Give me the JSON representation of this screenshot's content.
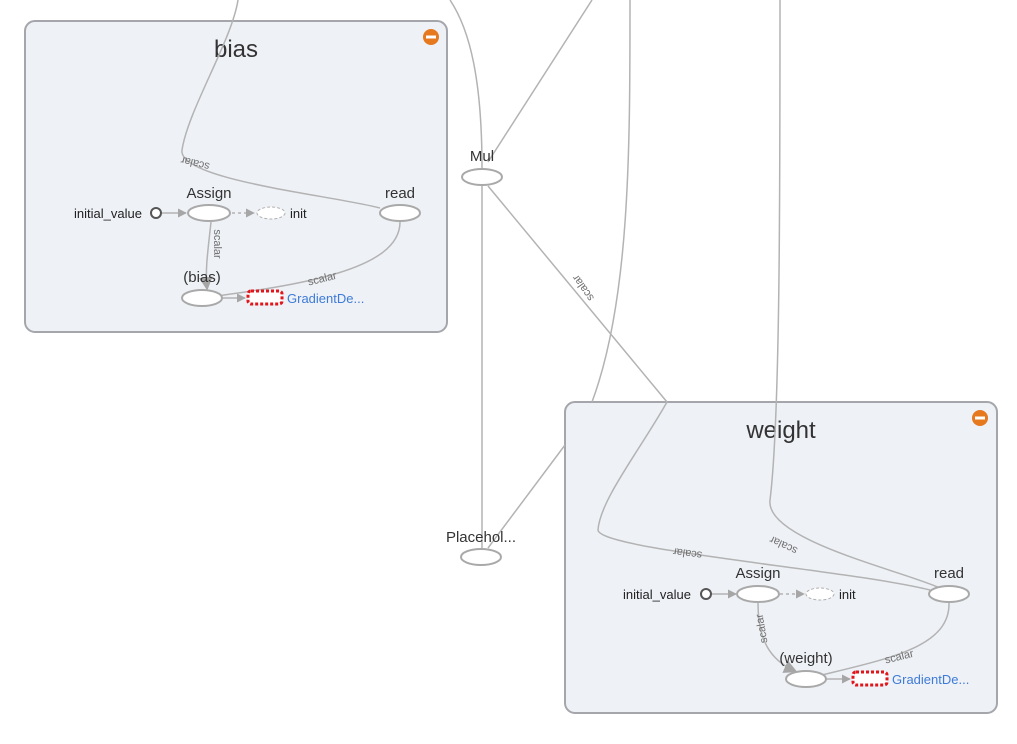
{
  "bias_group": {
    "title": "bias",
    "initial_value": "initial_value",
    "assign": "Assign",
    "init": "init",
    "read": "read",
    "var_node": "(bias)",
    "gradient": "GradientDe...",
    "scalar_labels": [
      "scalar",
      "scalar",
      "scalar"
    ]
  },
  "weight_group": {
    "title": "weight",
    "initial_value": "initial_value",
    "assign": "Assign",
    "init": "init",
    "read": "read",
    "var_node": "(weight)",
    "gradient": "GradientDe...",
    "scalar_labels": [
      "scalar",
      "scalar",
      "scalar",
      "scalar"
    ]
  },
  "mul": {
    "label": "Mul",
    "scalar": "scalar"
  },
  "placeholder": {
    "label": "Placehol..."
  },
  "colors": {
    "group_fill": "#eef1f6",
    "collapse": "#e6781e",
    "gradient_stroke": "#e0161b",
    "link": "#3e7bd8"
  }
}
